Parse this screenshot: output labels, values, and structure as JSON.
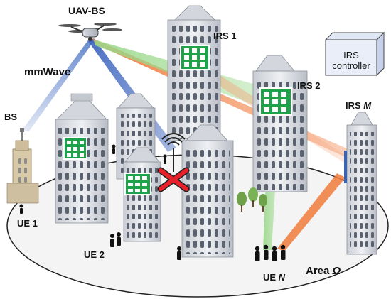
{
  "labels": {
    "uav": "UAV-BS",
    "mmwave": "mmWave",
    "bs": "BS",
    "irs1": "IRS 1",
    "irs2": "IRS 2",
    "irsm_prefix": "IRS ",
    "irsm_var": "M",
    "ue1": "UE 1",
    "ue2": "UE 2",
    "uen_prefix": "UE ",
    "uen_var": "N",
    "area_prefix": "Area ",
    "area_var": "Ω"
  },
  "controller": {
    "line1": "IRS",
    "line2": "controller"
  },
  "icons": [
    "uav-drone-icon",
    "base-station-tower-icon",
    "irs-panel-icon",
    "blocked-link-cross-icon",
    "antenna-signal-icon",
    "user-person-icon",
    "tree-icon"
  ],
  "colors": {
    "beam_blue": "#4a72c4",
    "beam_orange": "#f07a3a",
    "beam_green": "#9ad88a",
    "irs_green": "#1fa34a",
    "blocked_red": "#e8202a",
    "controller_fill": "#e9eef8",
    "ground": "#f4f4f4"
  }
}
